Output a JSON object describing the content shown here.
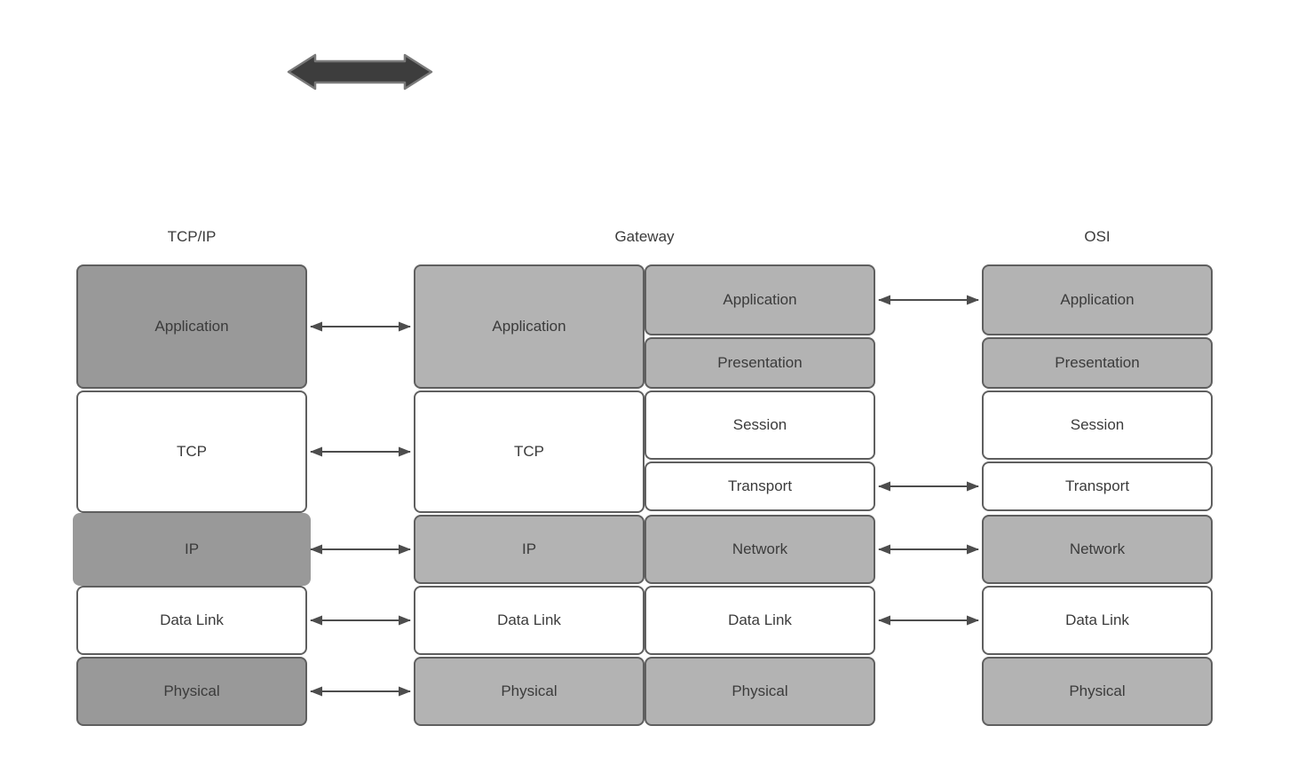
{
  "headers": {
    "tcpip": "TCP/IP",
    "gateway": "Gateway",
    "osi": "OSI"
  },
  "tcpip_stack": {
    "layers": [
      "Application",
      "TCP",
      "IP",
      "Data Link",
      "Physical"
    ]
  },
  "gateway_stack": {
    "left_layers": [
      "Application",
      "TCP",
      "IP",
      "Data Link",
      "Physical"
    ],
    "right_layers": [
      "Application",
      "Presentation",
      "Session",
      "Transport",
      "Network",
      "Data Link",
      "Physical"
    ]
  },
  "osi_stack": {
    "layers": [
      "Application",
      "Presentation",
      "Session",
      "Transport",
      "Network",
      "Data Link",
      "Physical"
    ]
  },
  "icons": {
    "top_left": "horizontal-double-arrow-icon"
  },
  "colors": {
    "background": "#ffffff",
    "dark_gray_fill": "#999999",
    "light_gray_fill": "#b3b3b3",
    "white_fill": "#ffffff",
    "box_border": "#5f5f5f",
    "text": "#3b3b3b",
    "connector_arrow": "#4d4d4d",
    "block_arrow_fill": "#3d3d3d",
    "block_arrow_stroke": "#7a7a7a"
  }
}
